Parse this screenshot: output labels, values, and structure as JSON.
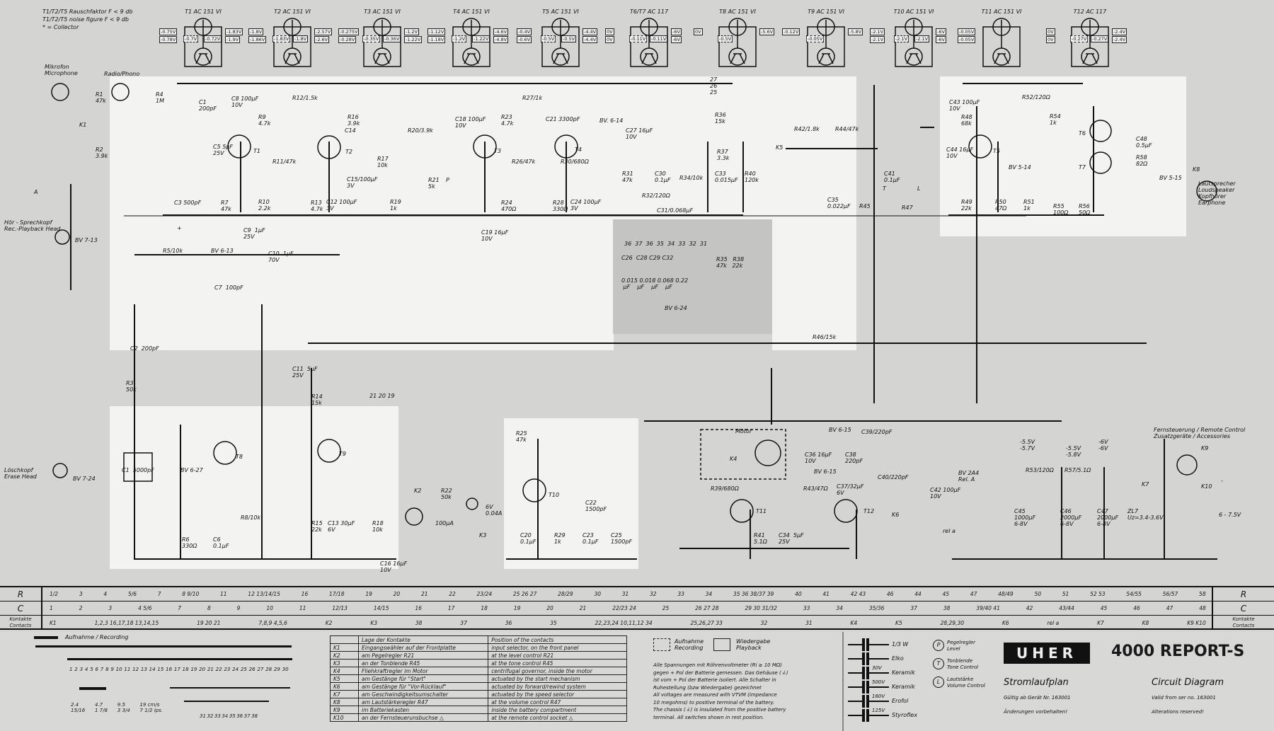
{
  "header_notes": [
    "T1/T2/T5 Rauschfaktor F < 9 db",
    "T1/T2/T5 noise figure F < 9 db",
    "* = Collector"
  ],
  "transistors": [
    {
      "name": "T1 AC 151 VI",
      "left": [
        "-0.75V",
        "-0.78V"
      ],
      "inner": [
        "-0.7V",
        "-0.72V"
      ],
      "right": [
        "-1.83V",
        "-1.9V"
      ]
    },
    {
      "name": "T2 AC 151 VI",
      "left": [
        "-1.8V",
        "-1.86V"
      ],
      "inner": [
        "-1.83V",
        "-1.8V"
      ],
      "right": [
        "-2.57V",
        "-2.6V"
      ]
    },
    {
      "name": "T3 AC 151 VI",
      "left": [
        "-0.275V",
        "-0.28V"
      ],
      "inner": [
        "-0.35V",
        "-0.36V"
      ],
      "right": [
        "-1.2V",
        "-1.22V"
      ]
    },
    {
      "name": "T4 AC 151 VI",
      "left": [
        "-1.12V",
        "-1.18V"
      ],
      "inner": [
        "-1.2V",
        "-1.22V"
      ],
      "right": [
        "-4.6V",
        "-4.8V"
      ]
    },
    {
      "name": "T5 AC 151 VI",
      "left": [
        "-0.4V",
        "-0.6V"
      ],
      "inner": [
        "-0.5V",
        "-0.5V"
      ],
      "right": [
        "-4.4V",
        "-4.4V"
      ]
    },
    {
      "name": "T6/T7 AC 117",
      "left": [
        "0V",
        "0V"
      ],
      "inner": [
        "-0.11V",
        "-0.11V"
      ],
      "right": [
        "-6V",
        "-6V"
      ]
    },
    {
      "name": "T8 AC 151 VI",
      "left": [
        "0V"
      ],
      "inner": [
        "-0.5V"
      ],
      "right": [
        "-5.6V"
      ]
    },
    {
      "name": "T9 AC 151 VI",
      "left": [
        "-0.12V"
      ],
      "inner": [
        "-0.05V"
      ],
      "right": [
        "-5.8V"
      ]
    },
    {
      "name": "T10 AC 151 VI",
      "left": [
        "-2.1V",
        "-2.1V"
      ],
      "inner": [
        "-2.1V",
        "-2.1V"
      ],
      "right": [
        "-6V",
        "-6V"
      ]
    },
    {
      "name": "T11 AC 151 VI",
      "left": [
        "-0.05V",
        "-0.05V"
      ],
      "inner": [],
      "right": []
    },
    {
      "name": "T12 AC 117",
      "left": [
        "0V",
        "0V"
      ],
      "inner": [
        "-0.27V",
        "-0.27V"
      ],
      "right": [
        "-2.4V",
        "-2.4V"
      ]
    }
  ],
  "components": [
    "Mikrofon\nMicrophone",
    "Radio/Phono",
    "R1\n47k",
    "R2\n3.9k",
    "R4\n1M",
    "C1\n200pF",
    "K1",
    "A",
    "Hör - Sprechkopf\nRec.-Playback Head",
    "BV 7-13",
    "C8 100µF\n10V",
    "R12/1.5k",
    "R9\n4.7k",
    "R16\n3.9k",
    "C14",
    "C5 5µF\n25V",
    "T1",
    "T2",
    "R11/47k",
    "C3 500pF",
    "R7\n47k",
    "R10\n2.2k",
    "R13\n4.7k",
    "C12 100µF\n3V",
    "C9  1µF\n25V",
    "R17\n10k",
    "C15/100µF\n3V",
    "R19\n1k",
    "R21\n5k",
    "R20/3.9k",
    "P",
    "C18 100µF\n10V",
    "R27/1k",
    "R23\n4.7k",
    "C21 3300pF",
    "BV. 6-14",
    "T3",
    "T4",
    "R26/47k",
    "R30/680Ω",
    "R24\n470Ω",
    "R28\n330Ω",
    "C24 100µF\n3V",
    "C19 16µF\n10V",
    "C27 16µF\n10V",
    "R31\n47k",
    "C30\n0.1µF",
    "R34/10k",
    "C33\n0.015µF",
    "R40\n120k",
    "R36\n15k",
    "R37\n3.3k",
    "R32/120Ω",
    "C31/0.068µF",
    "K5",
    "27\n26\n25",
    "36  37  36  35  34  33  32  31",
    "C26  C28 C29 C32",
    "0.015 0.018 0.068 0.22\n µF    µF    µF    µF",
    "R35   R38\n47k   22k",
    "BV 6-24",
    "R42/1.8k",
    "R44/47k",
    "C41\n0.1µF",
    "T",
    "L",
    "R45",
    "R47",
    "C35\n0.022µF",
    "R46/15k",
    "C43 100µF\n10V",
    "R48\n68k",
    "R52/120Ω",
    "R54\n1k",
    "T6",
    "T7",
    "C48\n0.5µF",
    "R58\n82Ω",
    "C44 16µF\n10V",
    "T5",
    "BV 5-14",
    "R49\n22k",
    "R50\n47Ω",
    "R51\n1k",
    "R55\n100Ω",
    "R56\n50Ω",
    "BV 5-15",
    "K8",
    "Lautsprecher\nLoudspeaker\nKopfhörer\nEarphone",
    "R5/10k",
    "BV 6-13",
    "C10  1µF\n70V",
    "C7  100pF",
    "C2  200pF",
    "R3\n50k",
    "C11  5µF\n25V",
    "R14\n15k",
    "Löschkopf\nErase Head",
    "BV 7-24",
    "C1  5000pF",
    "BV 6-27",
    "T8",
    "R6\n330Ω",
    "C6\n0.1µF",
    "R8/10k",
    "T9",
    "R15\n22k",
    "C13 30µF\n6V",
    "R18\n10k",
    "C16 16µF\n10V",
    "21 20 19",
    "K2",
    "R22\n50k",
    "100µA",
    "6V\n0.04A",
    "K3",
    "R25\n47k",
    "T10",
    "C22\n1500pF",
    "C20\n0.1µF",
    "R29\n1k",
    "C23\n0.1µF",
    "C25\n1500pF",
    "Motor",
    "K4",
    "BV 6-15",
    "C39/220pF",
    "C36 16µF\n10V",
    "C38\n220pF",
    "BV 6-15",
    "C40/220pF",
    "R39/680Ω",
    "R43/47Ω",
    "C37/32µF\n6V",
    "T11",
    "T12",
    "K6",
    "R41\n5.1Ω",
    "C34  5µF\n25V",
    "C42 100µF\n10V",
    "BV 2A4\nRel. A",
    "rel a",
    "-5.5V\n-5.7V",
    "-5.5V\n-5.8V",
    "-6V\n-6V",
    "R53/120Ω",
    "R57/5.1Ω",
    "C45\n1000µF\n6-8V",
    "C46\n2000µF\n6-8V",
    "C47\n2000µF\n6-8V",
    "ZL7\nUz=3.4-3.6V",
    "K7",
    "Fernsteuerung / Remote Control\nZusatzgeräte / Accessories",
    "K9",
    "K10",
    "6 - 7.5V",
    "+",
    "-"
  ],
  "index_table": {
    "rows": [
      {
        "label": "R",
        "values": [
          "1/2",
          "3",
          "4",
          "5/6",
          "7",
          "8 9/10",
          "11",
          "12 13/14/15",
          "16",
          "17/18",
          "19",
          "20",
          "21",
          "22",
          "23/24",
          "25 26 27",
          "28/29",
          "30",
          "31",
          "32",
          "33",
          "34",
          "35 36 38/37 39",
          "40",
          "41",
          "42 43",
          "46",
          "44",
          "45",
          "47",
          "48/49",
          "50",
          "51",
          "52 53",
          "54/55",
          "56/57",
          "58"
        ]
      },
      {
        "label": "C",
        "values": [
          "1",
          "2",
          "3",
          "4 5/6",
          "7",
          "8",
          "9",
          "10",
          "11",
          "12/13",
          "14/15",
          "16",
          "17",
          "18",
          "19",
          "20",
          "21",
          "22/23 24",
          "25",
          "26 27 28",
          "29 30 31/32",
          "33",
          "34",
          "35/36",
          "37",
          "38",
          "39/40 41",
          "42",
          "43/44",
          "45",
          "46",
          "47",
          "48"
        ]
      },
      {
        "label": "Kontakte\nContacts",
        "values": [
          "K1",
          "1,2,3 16,17,18 13,14,15",
          "19 20 21",
          "7,8,9 4,5,6",
          "K2",
          "K3",
          "38",
          "37",
          "36",
          "35",
          "22,23,24 10,11,12 34",
          "25,26,27 33",
          "32",
          "31",
          "K4",
          "K5",
          "28,29,30",
          "K6",
          "rel a",
          "K7",
          "K8",
          "K9 K10"
        ]
      }
    ]
  },
  "switch_diagram": {
    "title": "Aufnahme / Recording",
    "contacts_top": [
      "1",
      "2",
      "3",
      "4",
      "5",
      "6",
      "7",
      "8",
      "9",
      "10",
      "11",
      "12",
      "13",
      "14",
      "15",
      "16",
      "17",
      "18",
      "19",
      "20",
      "21",
      "22",
      "23",
      "24",
      "25",
      "26",
      "27",
      "28",
      "29",
      "30"
    ],
    "contacts_bottom": [
      "31",
      "32",
      "33",
      "34",
      "35",
      "36",
      "37",
      "38"
    ],
    "speeds": [
      "2.4\n15/16",
      "4.7\n1 7/8",
      "9.5\n3 3/4",
      "19 cm/s\n7 1/2 ips."
    ]
  },
  "contacts_table": {
    "headers": [
      "Lage der Kontakte",
      "Position of the contacts"
    ],
    "rows": [
      [
        "K1",
        "Eingangswähler auf der Frontplatte",
        "input selector, on the front panel"
      ],
      [
        "K2",
        "am Pegelregler R21",
        "at the level control R21"
      ],
      [
        "K3",
        "an der Tonblende R45",
        "at the tone control R45"
      ],
      [
        "K4",
        "Fliehkraftregler im Motor",
        "centrifugal governor, inside the motor"
      ],
      [
        "K5",
        "am Gestänge für \"Start\"",
        "actuated by the start mechanism"
      ],
      [
        "K6",
        "am Gestänge für \"Vor-Rücklauf\"",
        "actuated by forward/rewind system"
      ],
      [
        "K7",
        "am Geschwindigkeitsumschalter",
        "actuated by the speed selector"
      ],
      [
        "K8",
        "am Lautstärkeregler R47",
        "at the volume control R47"
      ],
      [
        "K9",
        "im Batteriekasten",
        "inside the battery compartment"
      ],
      [
        "K10",
        "an der Fernsteuerunsbuchse △",
        "at the remote control socket △"
      ]
    ]
  },
  "legend": {
    "recording": "Aufnahme\nRecording",
    "playback": "Wiedergabe\nPlayback",
    "note": "Alle Spannungen mit Röhrenvoltmeter (Ri ≥ 10 MΩ)\ngegen + Pol der Batterie gemessen. Das Gehäuse (⏚)\nist vom + Pol der Batterie isoliert. Alle Schalter in\nRuhestellung (bzw Wiedergabe) gezeichnet\nAll voltages are measured with VTVM (impedance\n10 megohms) to positive terminal of the battery.\nThe chassis (⏚) is insulated from the positive battery\nterminal. All switches shown in rest position.",
    "symbols": [
      {
        "tag": "",
        "label": "1/3 W"
      },
      {
        "tag": "",
        "label": "Elko"
      },
      {
        "tag": "30V",
        "label": "Keramik"
      },
      {
        "tag": "500V",
        "label": "Keramik"
      },
      {
        "tag": "160V",
        "label": "Erofol"
      },
      {
        "tag": "125V",
        "label": "Styroflex"
      }
    ],
    "controls": [
      {
        "letter": "P",
        "label": "Pegelregler\nLevel"
      },
      {
        "letter": "T",
        "label": "Tonblende\nTone Control"
      },
      {
        "letter": "L",
        "label": "Lautstärke\nVolume Control"
      }
    ]
  },
  "title_block": {
    "brand": "UHER",
    "model": "4000 REPORT-S",
    "de_title": "Stromlaufplan",
    "de_valid": "Gültig ab Gerät Nr. 163001",
    "de_note": "Änderungen vorbehalten!",
    "en_title": "Circuit Diagram",
    "en_valid": "Valid from ser no. 163001",
    "en_note": "Alterations reserved!"
  }
}
